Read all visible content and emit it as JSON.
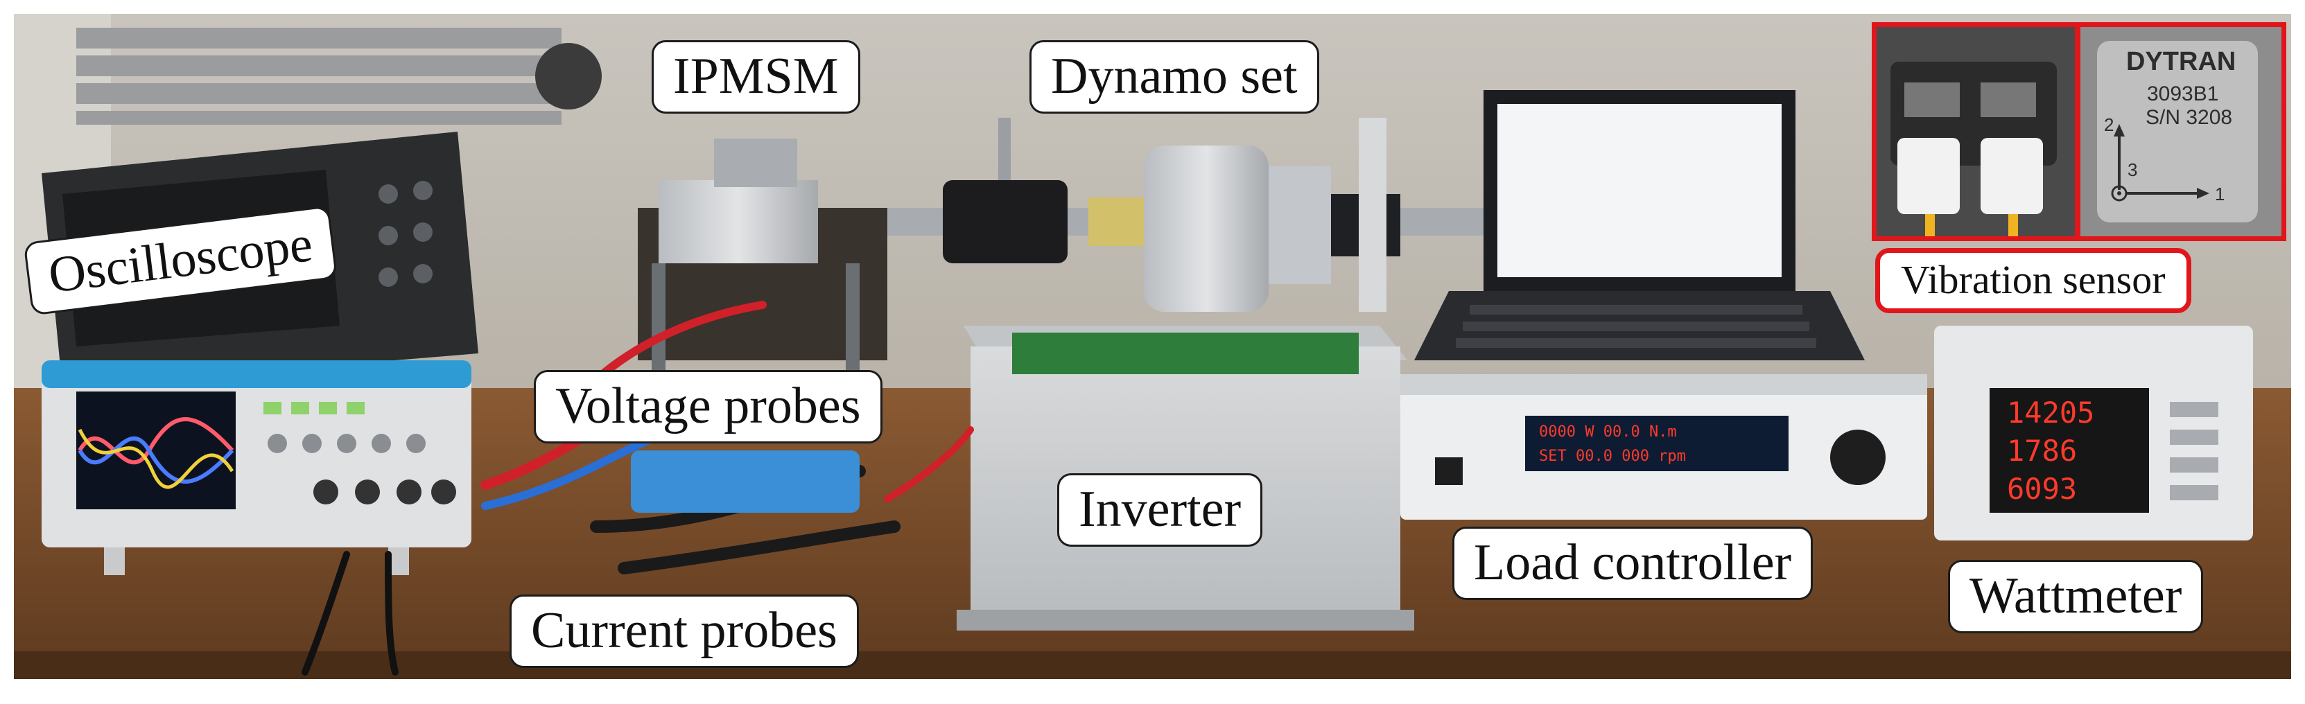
{
  "labels": {
    "ipmsm": "IPMSM",
    "dynamo_set": "Dynamo set",
    "oscilloscope": "Oscilloscope",
    "voltage_probes": "Voltage probes",
    "inverter": "Inverter",
    "current_probes": "Current probes",
    "load_controller": "Load controller",
    "wattmeter": "Wattmeter",
    "vibration_sensor": "Vibration sensor"
  },
  "vibration_sensor_inset": {
    "brand": "DYTRAN",
    "model": "3093B1",
    "serial": "S/N 3208",
    "axis_labels": [
      "2",
      "3",
      "1"
    ]
  },
  "wattmeter_readings": [
    "14205",
    "1786",
    "6093"
  ],
  "colors": {
    "highlight_border": "#e0161b",
    "label_border": "#1c1c1c",
    "label_background": "#ffffff"
  }
}
